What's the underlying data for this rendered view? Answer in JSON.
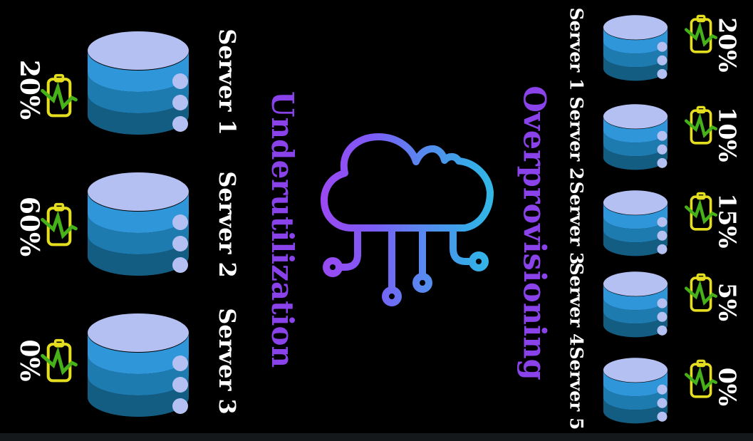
{
  "diagram": {
    "underutilization": {
      "title": "Underutilization",
      "servers": [
        {
          "label": "Server 1",
          "battery_level": "20%"
        },
        {
          "label": "Server 2",
          "battery_level": "60%"
        },
        {
          "label": "Server 3",
          "battery_level": "0%"
        }
      ]
    },
    "overprovisioning": {
      "title": "Overprovisioning",
      "servers": [
        {
          "label": "Server 1",
          "battery_level": "20%"
        },
        {
          "label": "Server 2",
          "battery_level": "10%"
        },
        {
          "label": "Server 3",
          "battery_level": "15%"
        },
        {
          "label": "Server 4",
          "battery_level": "5%"
        },
        {
          "label": "Server 5",
          "battery_level": "0%"
        }
      ]
    },
    "icons": {
      "center": "cloud-circuit-icon",
      "server": "database-server-icon",
      "power": "battery-charging-icon"
    },
    "colors": {
      "background": "#000000",
      "title_purple": "#8a42ea",
      "label_white": "#ffffff",
      "battery_yellow": "#e5de20",
      "bolt_green": "#46b118",
      "server_top": "#b4c0f2",
      "server_band_1": "#2e96d9",
      "server_band_2": "#1e7bb0",
      "server_band_3": "#145d82",
      "cloud_gradient_left": "#a046f2",
      "cloud_gradient_right": "#2fc0e6"
    }
  }
}
